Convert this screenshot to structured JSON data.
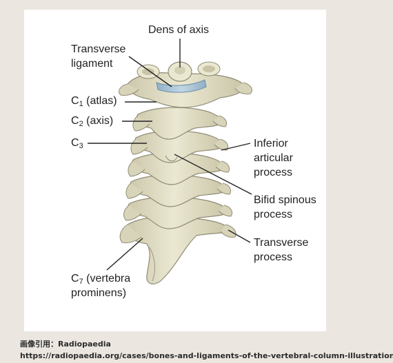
{
  "diagram": {
    "labels": {
      "dens": "Dens of axis",
      "transverse_ligament_1": "Transverse",
      "transverse_ligament_2": "ligament",
      "c1_prefix": "C",
      "c1_sub": "1",
      "c1_suffix": " (atlas)",
      "c2_prefix": "C",
      "c2_sub": "2",
      "c2_suffix": " (axis)",
      "c3_prefix": "C",
      "c3_sub": "3",
      "inferior_1": "Inferior",
      "inferior_2": "articular",
      "inferior_3": "process",
      "bifid_1": "Bifid spinous",
      "bifid_2": "process",
      "transverse_process_1": "Transverse",
      "transverse_process_2": "process",
      "c7_prefix": "C",
      "c7_sub": "7",
      "c7_suffix": " (vertebra",
      "c7_line2": "prominens)"
    }
  },
  "caption": {
    "source": "画像引用：Radiopaedia",
    "url": "https://radiopaedia.org/cases/bones-and-ligaments-of-the-vertebral-column-illustrations"
  },
  "colors": {
    "background": "#ebe6e0",
    "panel": "#ffffff",
    "bone": "#e6e2c8",
    "bone_shadow": "#9a9680",
    "ligament": "#a9c3d6"
  }
}
